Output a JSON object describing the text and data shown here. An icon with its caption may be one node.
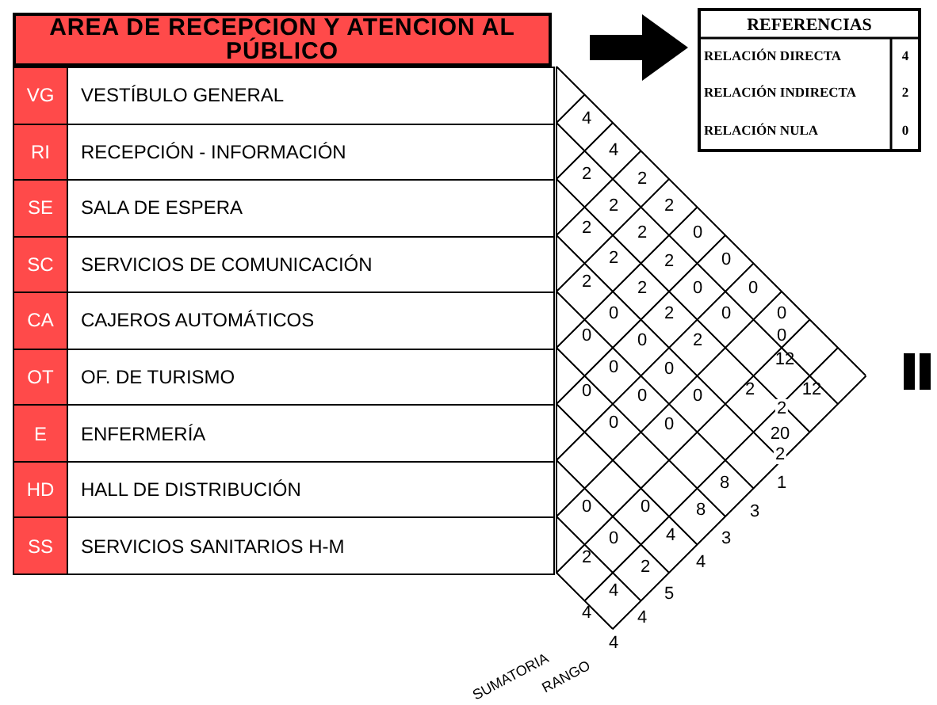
{
  "diagram": {
    "title": "AREA DE RECEPCION Y ATENCION AL PÚBLICO",
    "labels": [
      "VG",
      "VESTÍBULO GENERAL",
      "RI",
      "RECEPCIÓN - INFORMACIÓN",
      "SE",
      "SALA DE ESPERA",
      "SC",
      "SERVICIOS DE COMUNICACIÓN",
      "CA",
      "CAJEROS AUTOMÁTICOS",
      "OT",
      "OF. DE TURISMO",
      "E",
      "ENFERMERÍA",
      "HD",
      "HALL DE DISTRIBUCIÓN",
      "SS",
      "SERVICIOS SANITARIOS H-M",
      "REFERENCIAS",
      "RELACIÓN DIRECTA",
      "4",
      "RELACIÓN INDIRECTA",
      "2",
      "RELACIÓN NULA",
      "0",
      "4",
      "4",
      "2",
      "2",
      "2",
      "2",
      "2",
      "2",
      "0",
      "2",
      "2",
      "0",
      "2",
      "2",
      "0",
      "0",
      "0",
      "2",
      "0",
      "0",
      "0",
      "0",
      "2",
      "0",
      "12",
      "0",
      "0",
      "0",
      "0",
      "0",
      "2",
      "12",
      "2",
      "0",
      "0",
      "20",
      "2",
      "8",
      "1",
      "0",
      "0",
      "8",
      "3",
      "0",
      "4",
      "3",
      "2",
      "2",
      "4",
      "4",
      "5",
      "4",
      "4",
      "4",
      "SUMATORIA",
      "RANGO"
    ]
  }
}
